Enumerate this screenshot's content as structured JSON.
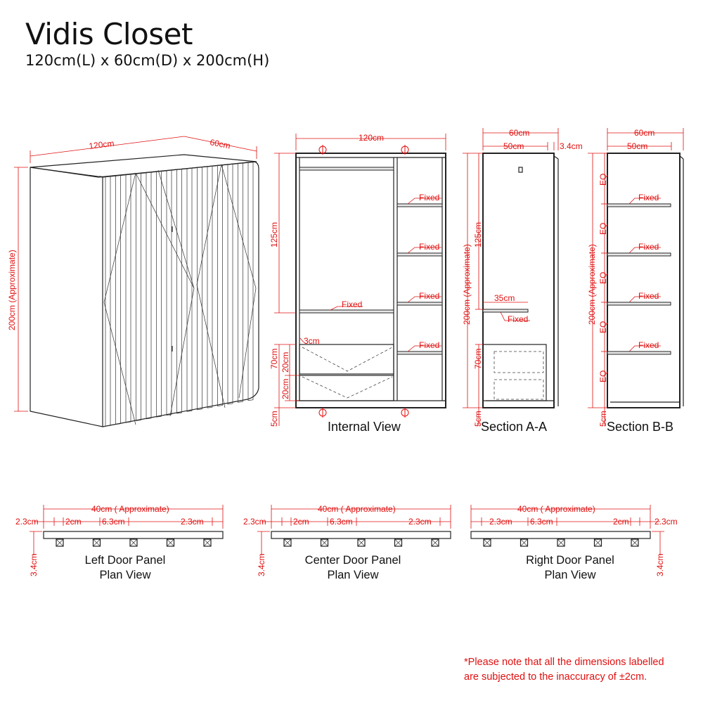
{
  "header": {
    "title": "Vidis Closet",
    "dimensions": "120cm(L) x 60cm(D) x 200cm(H)"
  },
  "perspective": {
    "width": "120cm",
    "depth": "60cm",
    "height": "200cm (Approximate)"
  },
  "internal_view": {
    "label": "Internal View",
    "width": "120cm",
    "hanging_height": "125cm",
    "drawer_zone": "70cm",
    "drawer_1": "20cm",
    "drawer_2": "20cm",
    "gap": "3cm",
    "base": "5cm",
    "shelf_label": "Fixed"
  },
  "section_a": {
    "label": "Section A-A",
    "depth": "60cm",
    "inner_depth": "50cm",
    "door": "3.4cm",
    "height": "200cm (Approximate)",
    "upper": "125cm",
    "lower": "70cm",
    "base": "5cm",
    "shelf_depth": "35cm",
    "shelf_label": "Fixed"
  },
  "section_b": {
    "label": "Section B-B",
    "depth": "60cm",
    "inner_depth": "50cm",
    "height": "200cm (Approximate)",
    "spacing": "EQ",
    "base": "5cm",
    "shelf_label": "Fixed"
  },
  "door_panels": [
    {
      "name": "Left Door Panel",
      "view": "Plan View",
      "width": "40cm ( Approximate)",
      "left_edge": "2.3cm",
      "gap": "2cm",
      "slat": "6.3cm",
      "right_edge": "2.3cm",
      "thickness": "3.4cm"
    },
    {
      "name": "Center Door Panel",
      "view": "Plan View",
      "width": "40cm ( Approximate)",
      "left_edge": "2.3cm",
      "gap": "2cm",
      "slat": "6.3cm",
      "right_edge": "2.3cm",
      "thickness": "3.4cm"
    },
    {
      "name": "Right Door Panel",
      "view": "Plan View",
      "width": "40cm ( Approximate)",
      "left_edge": "2.3cm",
      "slat": "6.3cm",
      "gap": "2cm",
      "right_edge": "2.3cm",
      "thickness": "3.4cm"
    }
  ],
  "footnote": {
    "line1": "*Please note that all the dimensions labelled",
    "line2": "are subjected to the inaccuracy of ±2cm."
  },
  "colors": {
    "dimension": "#e01010",
    "linework": "#222222"
  }
}
